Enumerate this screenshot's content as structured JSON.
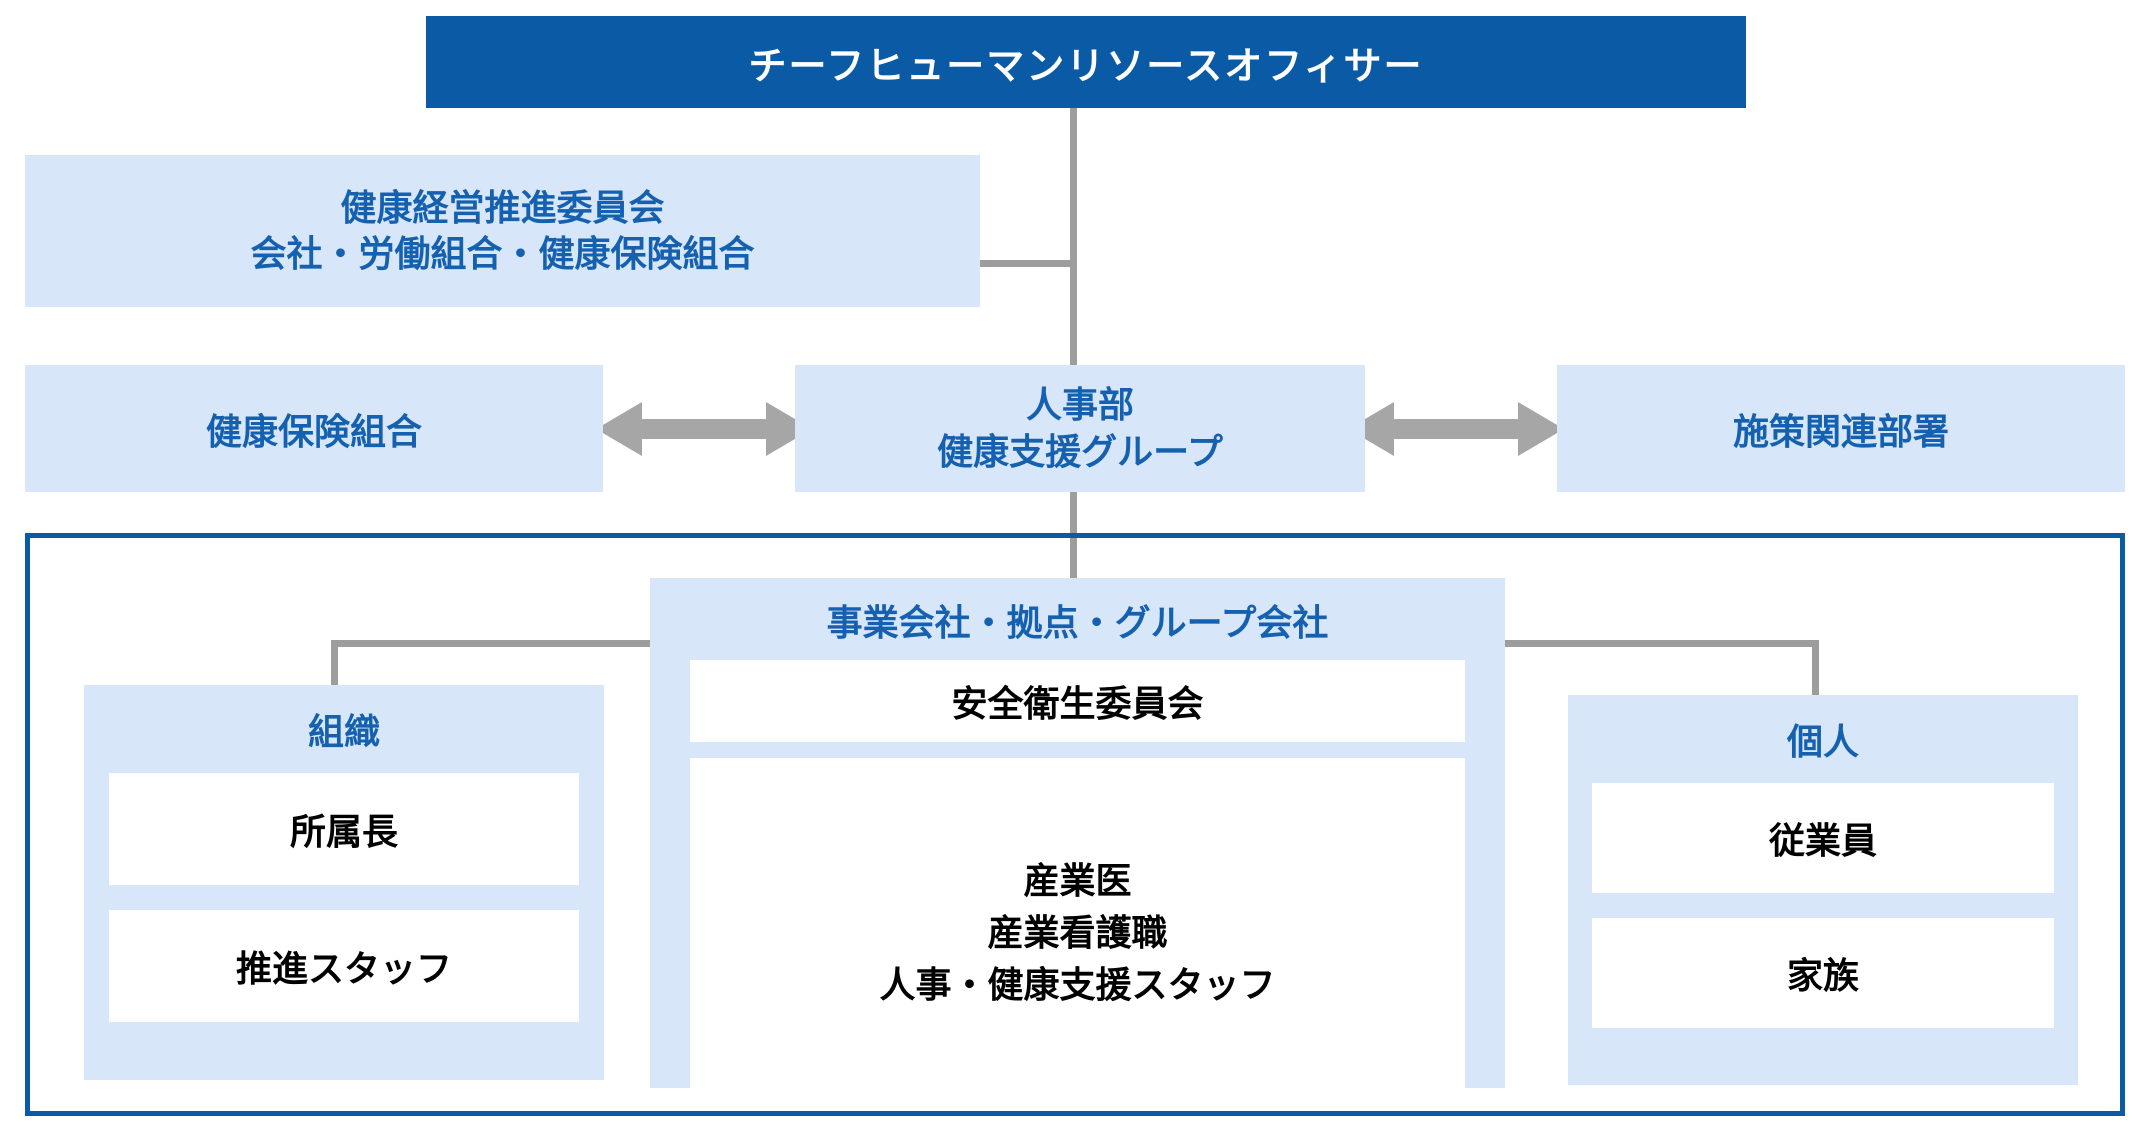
{
  "diagram": {
    "title_text": "チーフヒューマンリソースオフィサー",
    "colors": {
      "dark_blue": "#0B5AA6",
      "light_blue": "#D8E6FA",
      "text_blue": "#1561B0",
      "connector_gray": "#9D9D9D",
      "white": "#FFFFFF",
      "black": "#000000"
    },
    "top": {
      "label": "チーフヒューマンリソースオフィサー"
    },
    "committee": {
      "line1": "健康経営推進委員会",
      "line2": "会社・労働組合・健康保険組合",
      "label": "健康経営推進委員会\n会社・労働組合・健康保険組合"
    },
    "row_mid": {
      "left": {
        "label": "健康保険組合"
      },
      "center": {
        "line1": "人事部",
        "line2": "健康支援グループ",
        "label": "人事部\n健康支援グループ"
      },
      "right": {
        "label": "施策関連部署"
      }
    },
    "bottom_section": {
      "center": {
        "header": "事業会社・拠点・グループ会社",
        "committee_box": "安全衛生委員会",
        "staff_box": "産業医\n産業看護職\n人事・健康支援スタッフ",
        "staff_lines": [
          "産業医",
          "産業看護職",
          "人事・健康支援スタッフ"
        ]
      },
      "left_group": {
        "header": "組織",
        "items": [
          {
            "label": "所属長"
          },
          {
            "label": "推進スタッフ"
          }
        ]
      },
      "right_group": {
        "header": "個人",
        "items": [
          {
            "label": "従業員"
          },
          {
            "label": "家族"
          }
        ]
      }
    }
  }
}
